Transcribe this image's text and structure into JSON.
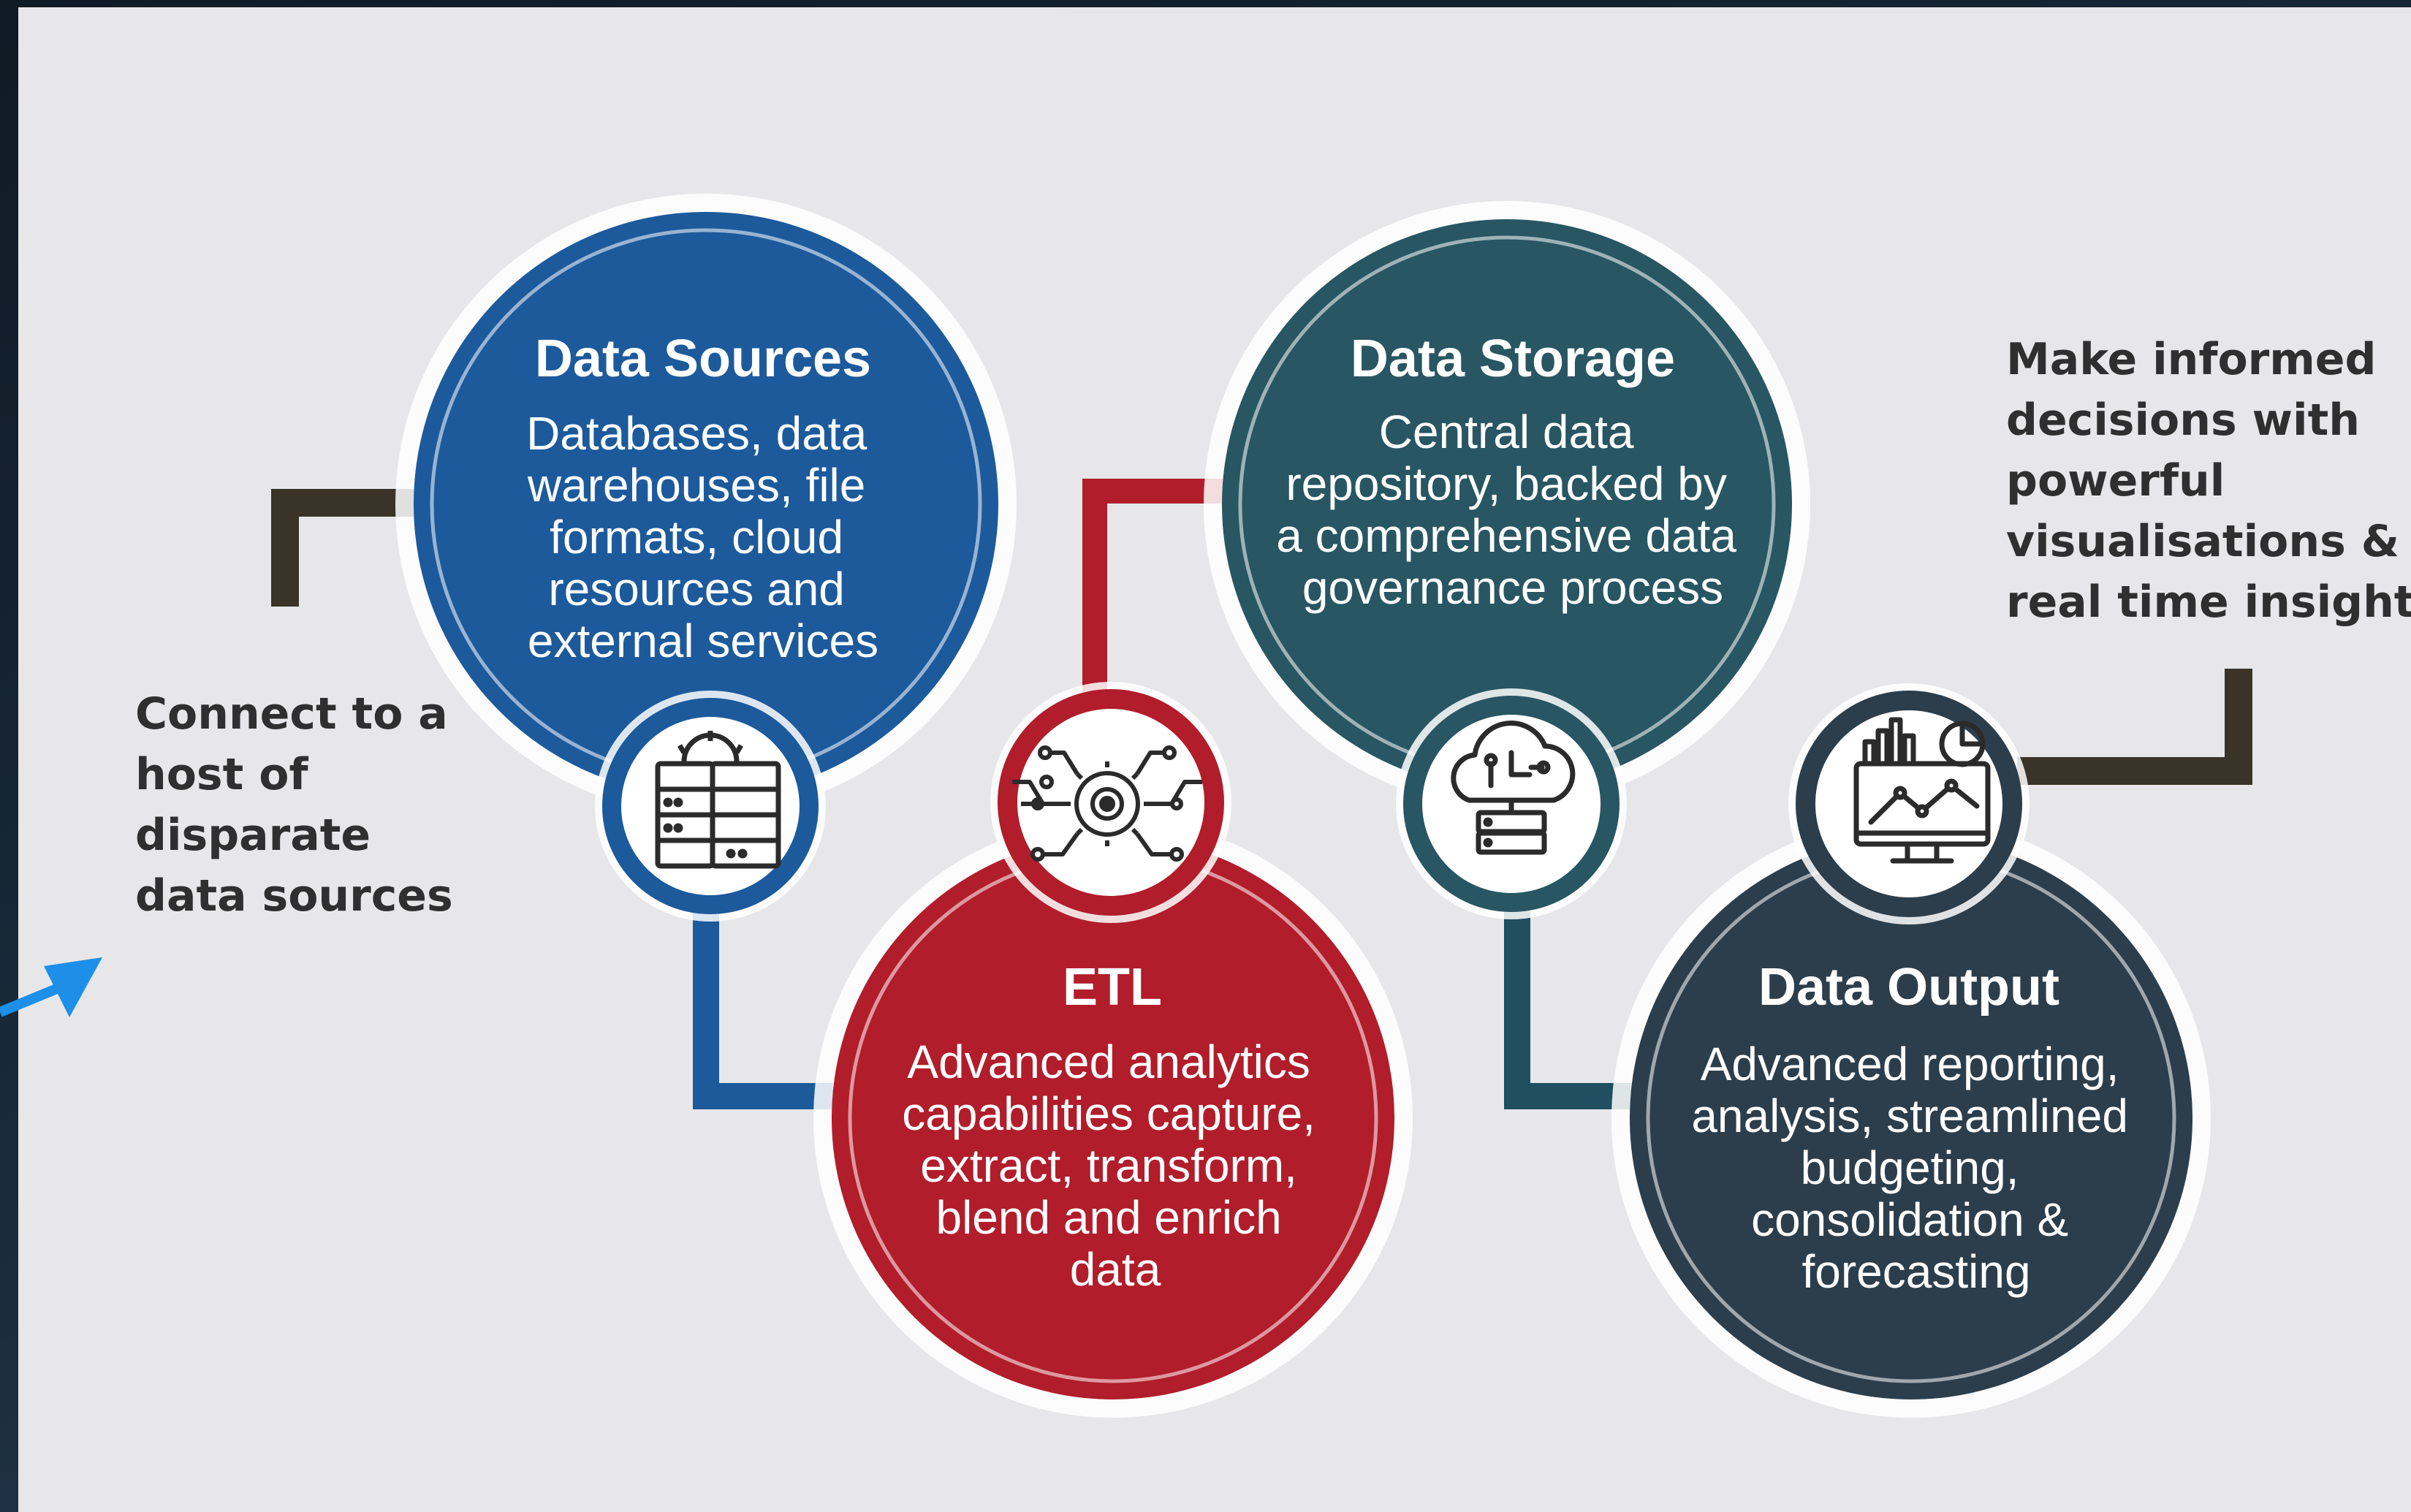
{
  "stages": [
    {
      "title": "Data Sources",
      "lines": [
        "Databases, data",
        "warehouses, file",
        "formats, cloud",
        "resources and",
        "external services"
      ],
      "color": "#1c5a9c"
    },
    {
      "title": "ETL",
      "lines": [
        "Advanced analytics",
        "capabilities capture,",
        "extract, transform,",
        "blend and enrich",
        "data"
      ],
      "color": "#b11d2b"
    },
    {
      "title": "Data Storage",
      "lines": [
        "Central data",
        "repository, backed by",
        "a comprehensive data",
        "governance process"
      ],
      "color": "#285663"
    },
    {
      "title": "Data Output",
      "lines": [
        "Advanced reporting,",
        "analysis, streamlined",
        "budgeting,",
        "consolidation &",
        "forecasting"
      ],
      "color": "#2c3e4c"
    }
  ],
  "side_notes": {
    "left": [
      "Connect to a",
      "host of",
      "disparate",
      "data sources"
    ],
    "right": [
      "Make informed",
      "decisions with",
      "powerful",
      "visualisations &",
      "real time insights"
    ]
  },
  "icons": [
    "server-rack-icon",
    "gear-circuit-icon",
    "cloud-database-icon",
    "analytics-monitor-icon"
  ],
  "colors": {
    "panel": "#e7e7e9",
    "connector_dark": "#3a3428",
    "pointer_arrow": "#1e8fe8"
  }
}
